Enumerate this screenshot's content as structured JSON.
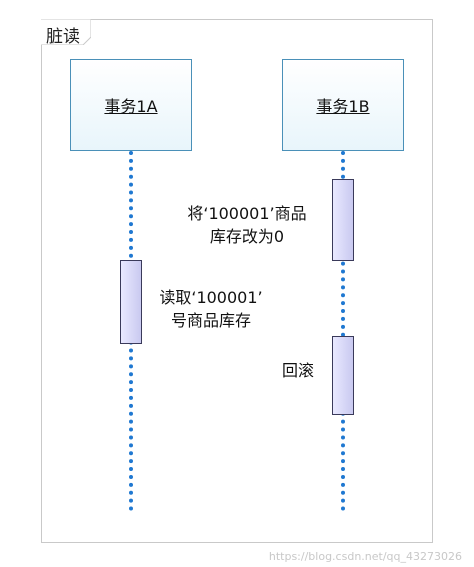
{
  "frame": {
    "label": "脏读"
  },
  "participants": [
    {
      "name": "事务1A"
    },
    {
      "name": "事务1B"
    }
  ],
  "messages": [
    {
      "line1": "将‘100001’商品",
      "line2": "库存改为0"
    },
    {
      "line1": "读取‘100001’",
      "line2": "号商品库存"
    },
    {
      "line1": "回滚",
      "line2": ""
    }
  ],
  "watermark": "https://blog.csdn.net/qq_43273026",
  "colors": {
    "lifeline": "#1f78d1",
    "box_border": "#4a90b8",
    "activation_fill": "#d8d8f7"
  }
}
